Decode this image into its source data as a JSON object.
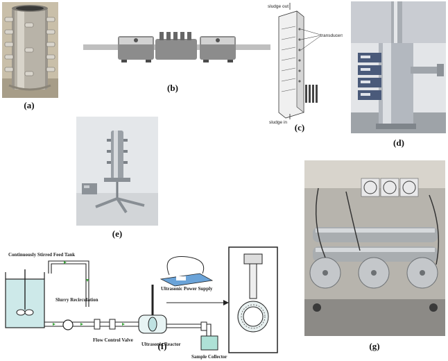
{
  "captions": {
    "a": "(a)",
    "b": "(b)",
    "c": "(c)",
    "d": "(d)",
    "e": "(e)",
    "f": "(f)",
    "g": "(g)"
  },
  "panel_c_labels": {
    "sludge_out": "sludge out",
    "transducers": "transducers",
    "sludge_in": "sludge in"
  },
  "panel_f_labels": {
    "feed_tank": "Continuously Stirred Feed Tank",
    "slurry_recirculation": "Slurry Recirculation",
    "flow_control_valve": "Flow Control Valve",
    "ultrasonic_reactor": "Ultrasonic Reactor",
    "ultrasonic_power_supply": "Ultrasonic Power Supply",
    "sample_collector": "Sample Collector"
  }
}
